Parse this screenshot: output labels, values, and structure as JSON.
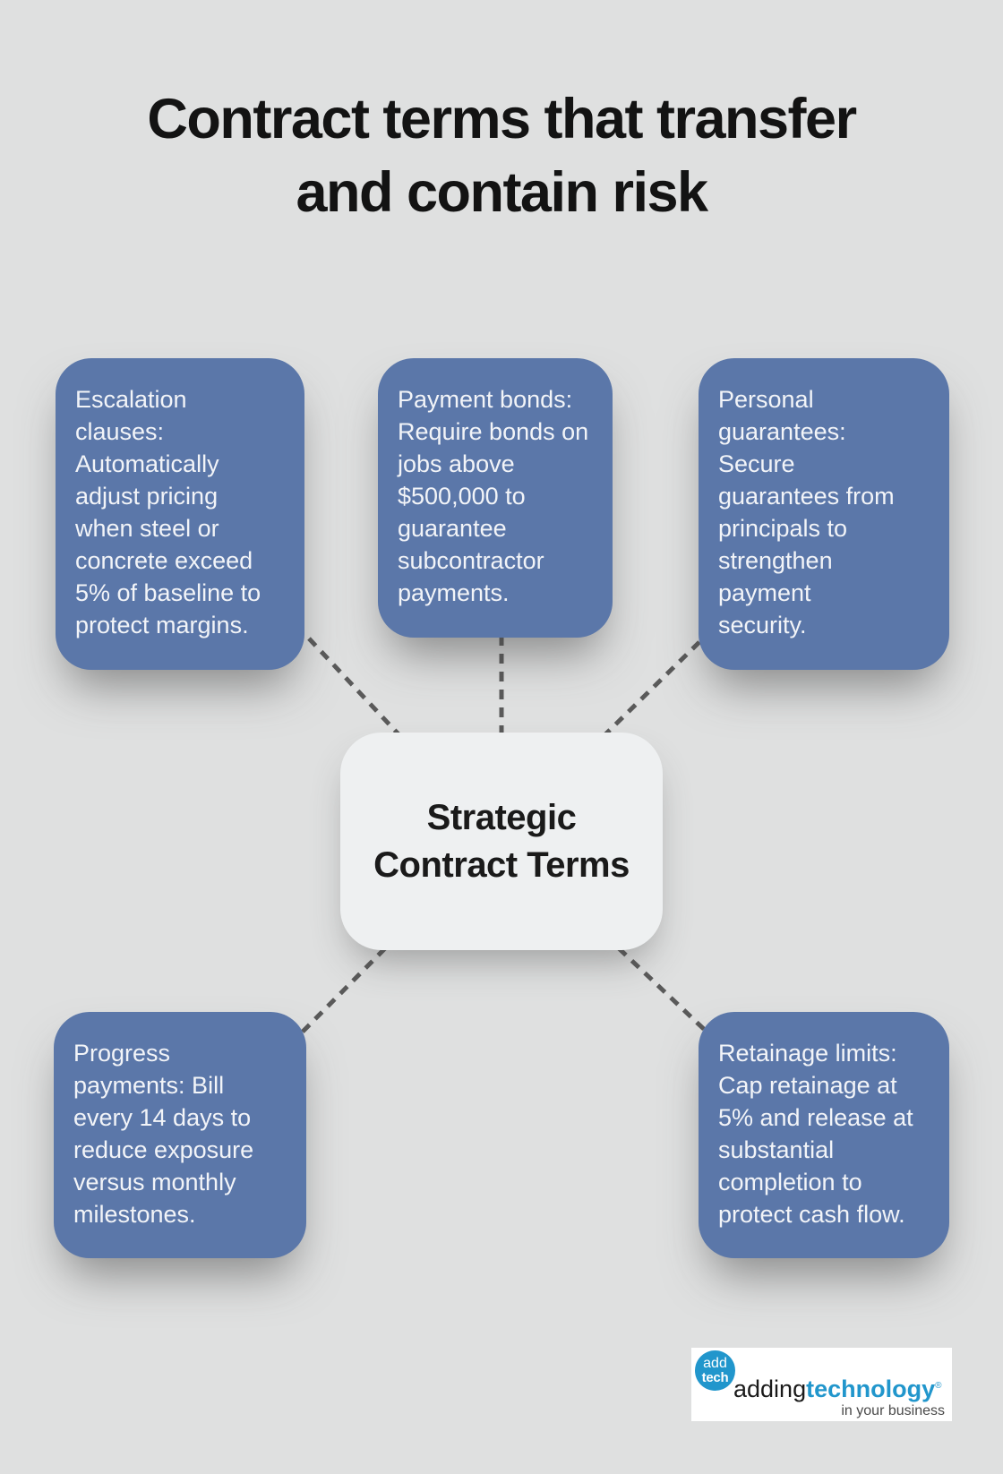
{
  "title": "Contract terms that transfer\nand contain risk",
  "center": {
    "label": "Strategic\nContract Terms"
  },
  "nodes": [
    {
      "id": "escalation-clauses",
      "text": "Escalation\nclauses:\nAutomatically\nadjust pricing\nwhen steel or\nconcrete exceed\n5% of baseline to\nprotect margins."
    },
    {
      "id": "payment-bonds",
      "text": "Payment bonds:\nRequire bonds on\njobs above\n$500,000 to\nguarantee\nsubcontractor\npayments."
    },
    {
      "id": "personal-guarantees",
      "text": "Personal\nguarantees:\nSecure\nguarantees from\nprincipals to\nstrengthen\npayment\nsecurity."
    },
    {
      "id": "progress-payments",
      "text": "Progress\npayments: Bill\nevery 14 days to\nreduce exposure\nversus monthly\nmilestones."
    },
    {
      "id": "retainage-limits",
      "text": "Retainage limits:\nCap retainage at\n5% and release at\nsubstantial\ncompletion to\nprotect cash flow."
    }
  ],
  "logo": {
    "circle_line1": "add",
    "circle_line2": "tech",
    "word_black": "adding",
    "word_blue": "technology",
    "trademark": "®",
    "tagline": "in your business"
  },
  "colors": {
    "background": "#dfe0e0",
    "node_blue": "#5b77a9",
    "node_text": "#f2f4f8",
    "center_bg": "#eef0f1",
    "center_text": "#1a1a1a",
    "title_text": "#131313",
    "connector": "#5a5a5a",
    "logo_blue": "#2196cc",
    "logo_bg": "#ffffff"
  }
}
